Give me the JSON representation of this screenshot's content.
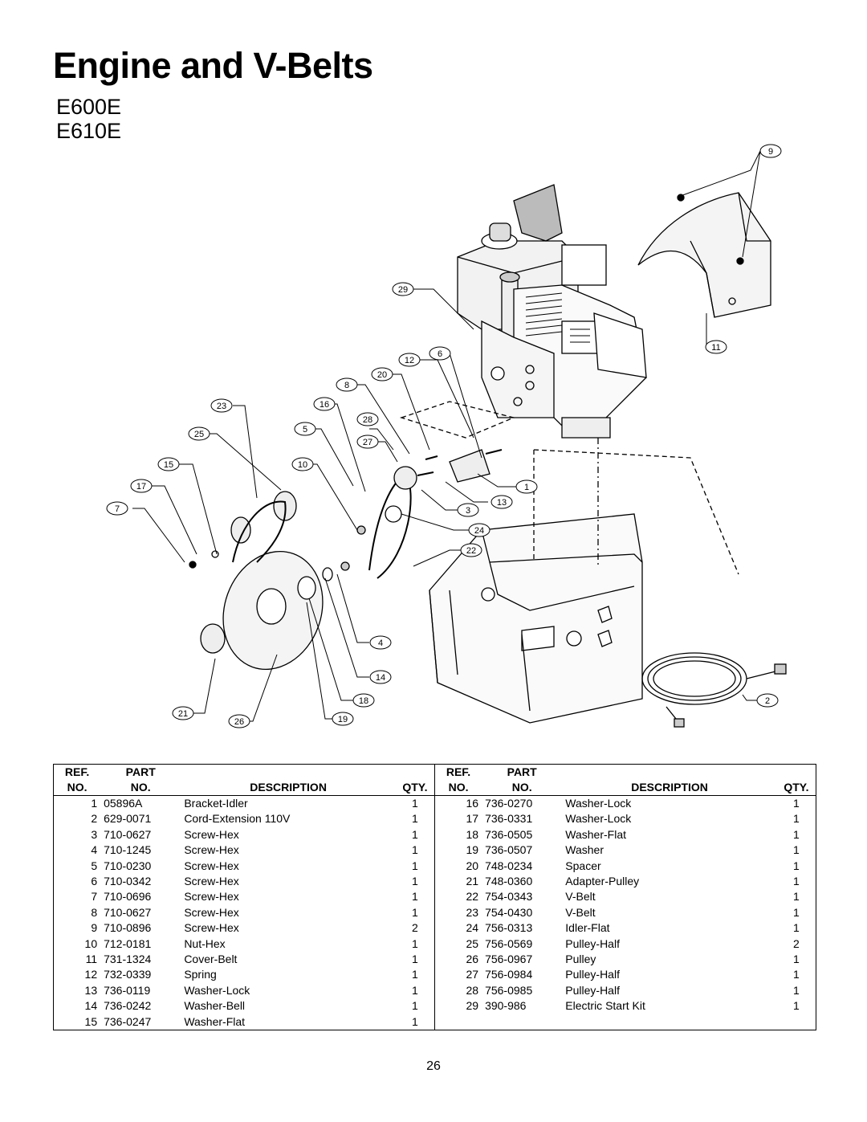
{
  "header": {
    "title": "Engine and V-Belts",
    "models": [
      "E600E",
      "E610E"
    ]
  },
  "diagram": {
    "callouts": [
      "1",
      "2",
      "3",
      "4",
      "5",
      "6",
      "7",
      "8",
      "9",
      "10",
      "11",
      "12",
      "13",
      "14",
      "15",
      "16",
      "17",
      "18",
      "19",
      "20",
      "21",
      "22",
      "23",
      "24",
      "25",
      "26",
      "27",
      "28",
      "29"
    ]
  },
  "table": {
    "headers": {
      "ref_line1": "REF.",
      "ref_line2": "NO.",
      "part_line1": "PART",
      "part_line2": "NO.",
      "description": "DESCRIPTION",
      "qty": "QTY."
    },
    "left_rows": [
      {
        "ref": "1",
        "part": "05896A",
        "desc": "Bracket-Idler",
        "qty": "1"
      },
      {
        "ref": "2",
        "part": "629-0071",
        "desc": "Cord-Extension 110V",
        "qty": "1"
      },
      {
        "ref": "3",
        "part": "710-0627",
        "desc": "Screw-Hex",
        "qty": "1"
      },
      {
        "ref": "4",
        "part": "710-1245",
        "desc": "Screw-Hex",
        "qty": "1"
      },
      {
        "ref": "5",
        "part": "710-0230",
        "desc": "Screw-Hex",
        "qty": "1"
      },
      {
        "ref": "6",
        "part": "710-0342",
        "desc": "Screw-Hex",
        "qty": "1"
      },
      {
        "ref": "7",
        "part": "710-0696",
        "desc": "Screw-Hex",
        "qty": "1"
      },
      {
        "ref": "8",
        "part": "710-0627",
        "desc": "Screw-Hex",
        "qty": "1"
      },
      {
        "ref": "9",
        "part": "710-0896",
        "desc": "Screw-Hex",
        "qty": "2"
      },
      {
        "ref": "10",
        "part": "712-0181",
        "desc": "Nut-Hex",
        "qty": "1"
      },
      {
        "ref": "11",
        "part": "731-1324",
        "desc": "Cover-Belt",
        "qty": "1"
      },
      {
        "ref": "12",
        "part": "732-0339",
        "desc": "Spring",
        "qty": "1"
      },
      {
        "ref": "13",
        "part": "736-0119",
        "desc": "Washer-Lock",
        "qty": "1"
      },
      {
        "ref": "14",
        "part": "736-0242",
        "desc": "Washer-Bell",
        "qty": "1"
      },
      {
        "ref": "15",
        "part": "736-0247",
        "desc": "Washer-Flat",
        "qty": "1"
      }
    ],
    "right_rows": [
      {
        "ref": "16",
        "part": "736-0270",
        "desc": "Washer-Lock",
        "qty": "1"
      },
      {
        "ref": "17",
        "part": "736-0331",
        "desc": "Washer-Lock",
        "qty": "1"
      },
      {
        "ref": "18",
        "part": "736-0505",
        "desc": "Washer-Flat",
        "qty": "1"
      },
      {
        "ref": "19",
        "part": "736-0507",
        "desc": "Washer",
        "qty": "1"
      },
      {
        "ref": "20",
        "part": "748-0234",
        "desc": "Spacer",
        "qty": "1"
      },
      {
        "ref": "21",
        "part": "748-0360",
        "desc": "Adapter-Pulley",
        "qty": "1"
      },
      {
        "ref": "22",
        "part": "754-0343",
        "desc": "V-Belt",
        "qty": "1"
      },
      {
        "ref": "23",
        "part": "754-0430",
        "desc": "V-Belt",
        "qty": "1"
      },
      {
        "ref": "24",
        "part": "756-0313",
        "desc": "Idler-Flat",
        "qty": "1"
      },
      {
        "ref": "25",
        "part": "756-0569",
        "desc": "Pulley-Half",
        "qty": "2"
      },
      {
        "ref": "26",
        "part": "756-0967",
        "desc": "Pulley",
        "qty": "1"
      },
      {
        "ref": "27",
        "part": "756-0984",
        "desc": "Pulley-Half",
        "qty": "1"
      },
      {
        "ref": "28",
        "part": "756-0985",
        "desc": "Pulley-Half",
        "qty": "1"
      },
      {
        "ref": "29",
        "part": "390-986",
        "desc": "Electric Start Kit",
        "qty": "1"
      },
      {
        "ref": "",
        "part": "",
        "desc": "",
        "qty": ""
      }
    ]
  },
  "footer": {
    "page_number": "26"
  }
}
